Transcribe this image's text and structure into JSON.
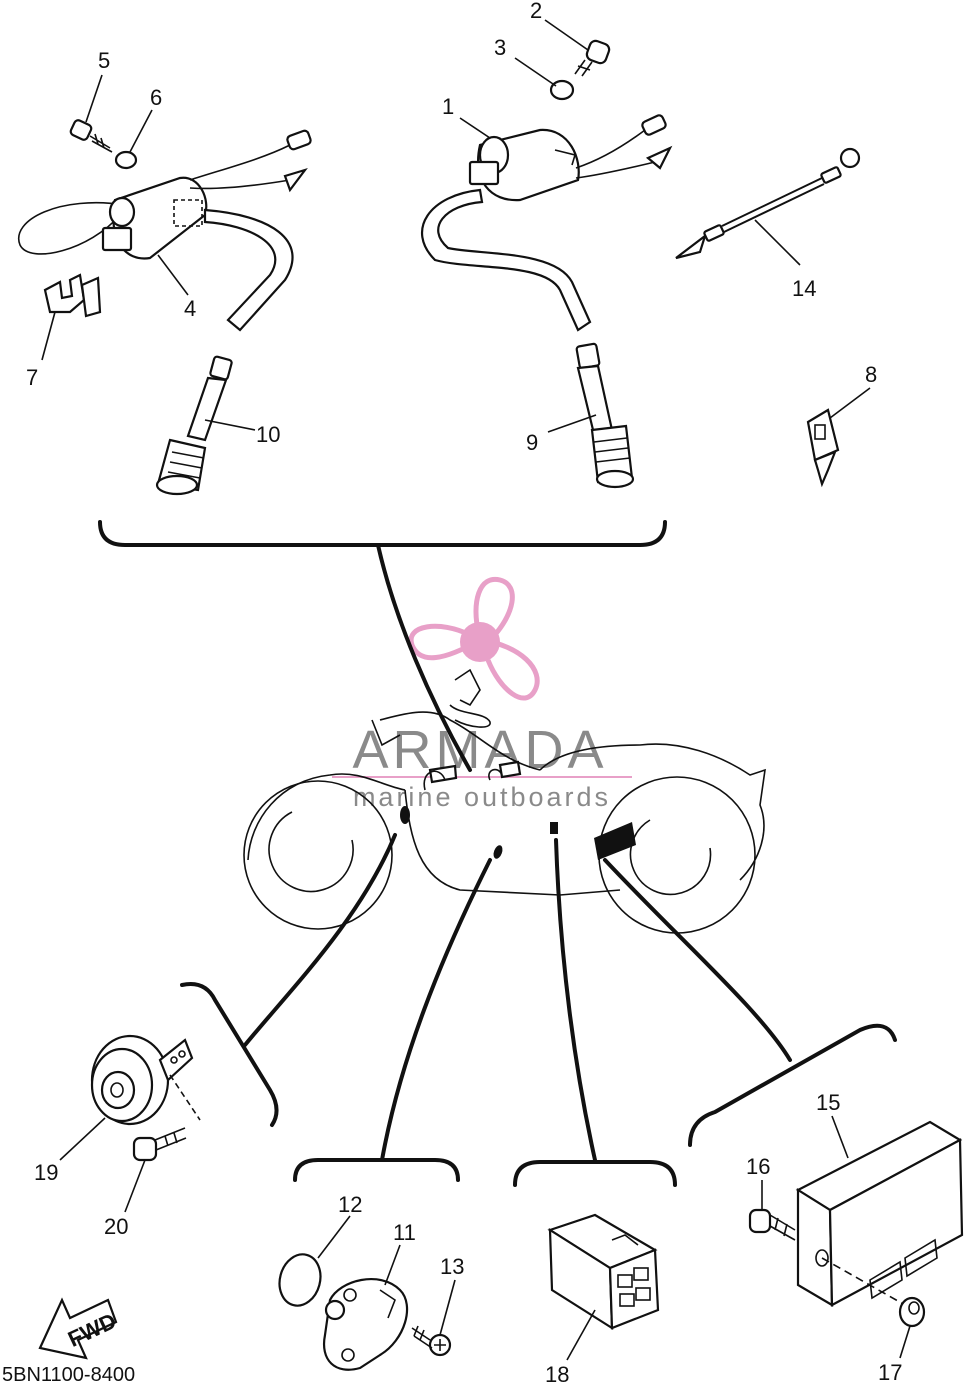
{
  "diagram_code": "5BN1100-8400",
  "fwd_label": "FWD",
  "watermark": {
    "brand": "ARMADA",
    "tagline": "marine outboards",
    "accent_color": "#e8a0c8",
    "text_color": "#8a8a8a"
  },
  "part_numbers": [
    "1",
    "2",
    "3",
    "4",
    "5",
    "6",
    "7",
    "8",
    "9",
    "10",
    "11",
    "12",
    "13",
    "14",
    "15",
    "16",
    "17",
    "18",
    "19",
    "20"
  ]
}
